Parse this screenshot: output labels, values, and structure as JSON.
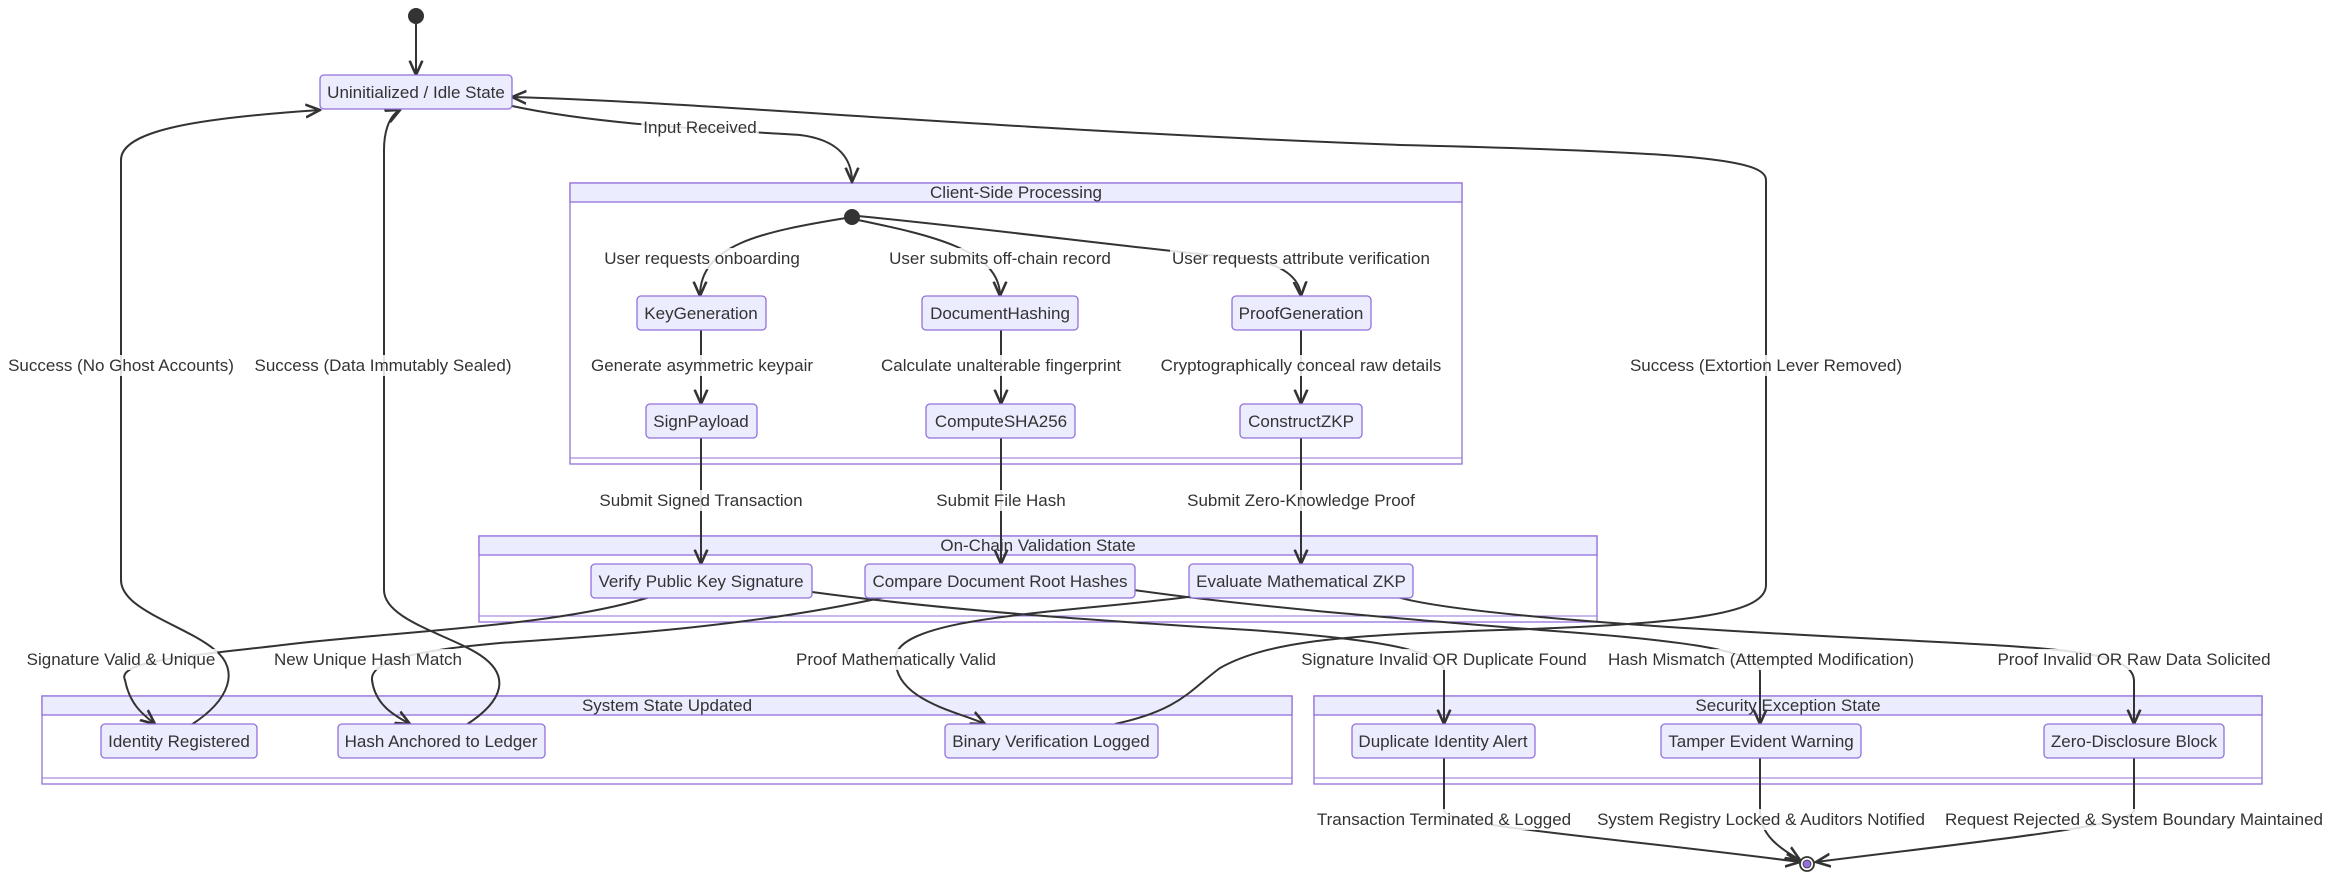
{
  "states": {
    "idle": "Uninitialized / Idle State",
    "key_generation": "KeyGeneration",
    "document_hashing": "DocumentHashing",
    "proof_generation": "ProofGeneration",
    "sign_payload": "SignPayload",
    "compute_sha256": "ComputeSHA256",
    "construct_zkp": "ConstructZKP",
    "verify_signature": "Verify Public Key Signature",
    "compare_hashes": "Compare Document Root Hashes",
    "evaluate_zkp": "Evaluate Mathematical ZKP",
    "identity_registered": "Identity Registered",
    "hash_anchored": "Hash Anchored to Ledger",
    "binary_logged": "Binary Verification Logged",
    "duplicate_alert": "Duplicate Identity Alert",
    "tamper_warning": "Tamper Evident Warning",
    "zero_disclosure": "Zero-Disclosure Block"
  },
  "clusters": {
    "client": "Client-Side Processing",
    "onchain": "On-Chain Validation State",
    "updated": "System State Updated",
    "security": "Security Exception State"
  },
  "transitions": {
    "input_received": "Input Received",
    "req_onboarding": "User requests onboarding",
    "submit_record": "User submits off-chain record",
    "req_attr": "User requests attribute verification",
    "gen_keypair": "Generate asymmetric keypair",
    "calc_fingerprint": "Calculate unalterable fingerprint",
    "conceal": "Cryptographically conceal raw details",
    "submit_signed": "Submit Signed Transaction",
    "submit_hash": "Submit File Hash",
    "submit_zkp": "Submit Zero-Knowledge Proof",
    "sig_valid": "Signature Valid & Unique",
    "new_hash": "New Unique Hash Match",
    "proof_valid": "Proof Mathematically Valid",
    "sig_invalid": "Signature Invalid OR Duplicate Found",
    "hash_mismatch": "Hash Mismatch (Attempted Modification)",
    "proof_invalid": "Proof Invalid OR Raw Data Solicited",
    "success_ghost": "Success (No Ghost Accounts)",
    "success_sealed": "Success (Data Immutably Sealed)",
    "success_extortion": "Success (Extortion Lever Removed)",
    "tx_terminated": "Transaction Terminated & Logged",
    "registry_locked": "System Registry Locked & Auditors Notified",
    "request_rejected": "Request Rejected & System Boundary Maintained"
  }
}
